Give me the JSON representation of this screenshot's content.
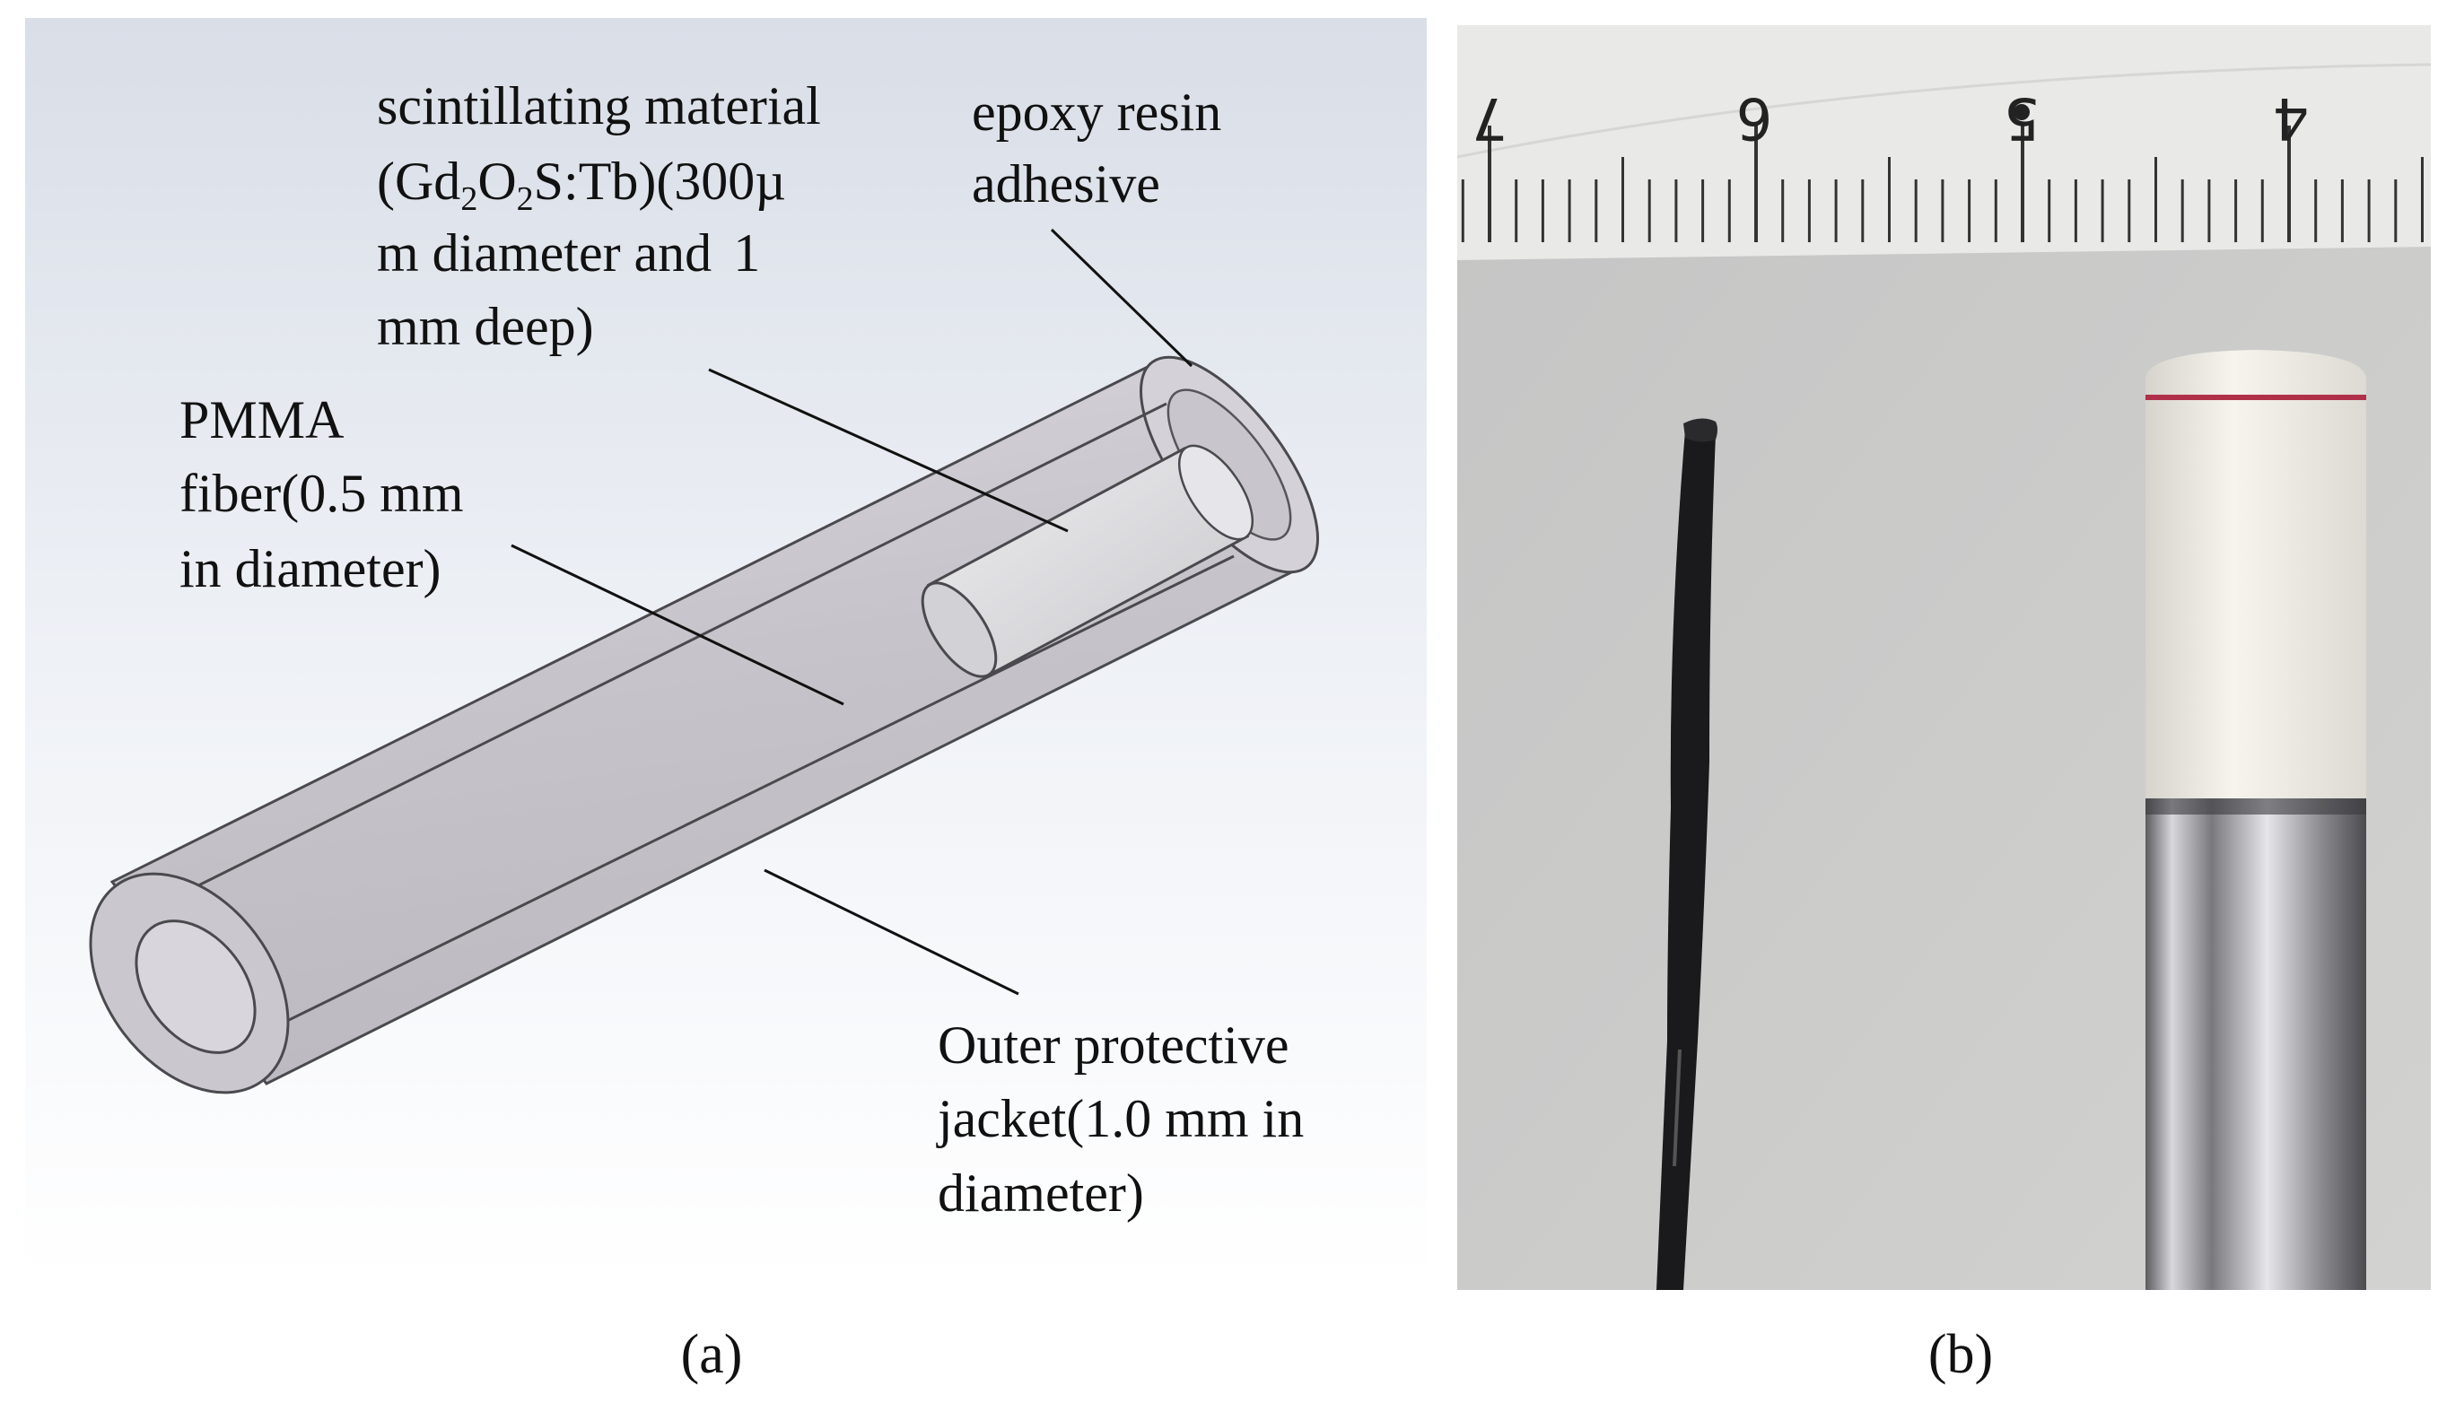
{
  "panel_a": {
    "caption": "(a)",
    "label_scint": {
      "line1": "scintillating material",
      "line2_a": "(Gd",
      "line2_sub1": "2",
      "line2_b": "O",
      "line2_sub2": "2",
      "line2_c": "S:Tb)(300µ",
      "line3": "m diameter and",
      "line3_value": "1",
      "line4": "mm deep)"
    },
    "label_epoxy": {
      "line1": "epoxy resin",
      "line2": "adhesive"
    },
    "label_pmma": {
      "line1": "PMMA",
      "line2": "fiber(0.5 mm",
      "line3": "in diameter)"
    },
    "label_jacket": {
      "line1": "Outer protective",
      "line2": "jacket(1.0 mm in",
      "line3": "diameter)"
    }
  },
  "panel_b": {
    "caption": "(b)",
    "ruler_numbers": [
      "7",
      "6",
      "5",
      "4"
    ]
  },
  "colors": {
    "diagram_background": "#e9edf3",
    "cylinder": "#c9c7cd",
    "photo_background": "#c9c9c9",
    "ruler": "#e8e8e6",
    "probe_cap": "#f0eee6",
    "cap_band": "#b0304a",
    "steel": "#a0a0a4"
  }
}
